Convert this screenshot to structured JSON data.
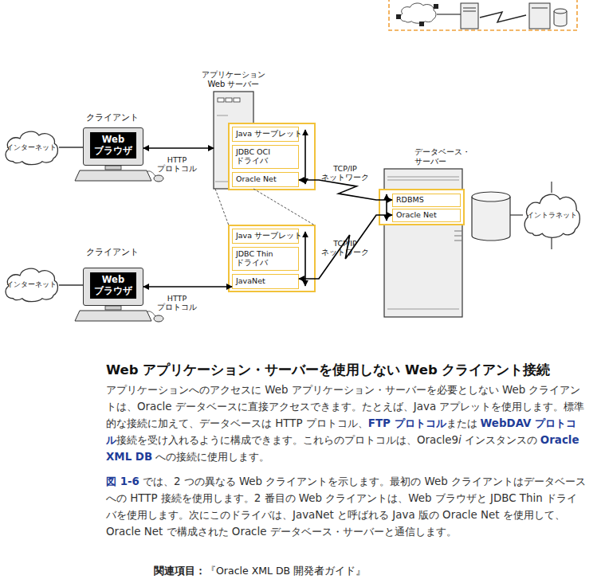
{
  "diagram": {
    "title": "Web アプリケーション・サーバーを使用しない Web クライアント接続",
    "nodes": [
      {
        "text": [
          "インターネット"
        ]
      },
      {
        "text": [
          "Web ブラウザ"
        ]
      },
      {
        "text": [
          "アプリケーション Web サーバー"
        ]
      },
      {
        "text": [
          "Java サーブレット"
        ]
      },
      {
        "text": [
          "JDBC OCI ドライバ"
        ]
      },
      {
        "text": [
          "Oracle Net"
        ]
      },
      {
        "text": [
          "Java サーブレット"
        ]
      },
      {
        "text": [
          "JDBC Thin ドライバ"
        ]
      },
      {
        "text": [
          "JavaNet"
        ]
      },
      {
        "text": [
          "データベース・ サーバー"
        ]
      },
      {
        "text": [
          "RDBMS"
        ],
        "in": 9
      },
      {
        "text": [
          "Oracle Net"
        ],
        "in": 9
      },
      {
        "text": [
          "イントラネット"
        ]
      },
      {
        "text": [
          "インターネット"
        ]
      },
      {
        "text": [
          "Web ブラウザ"
        ]
      }
    ],
    "edges": [
      {
        "from": 0,
        "to": 1,
        "arrow": "none"
      },
      {
        "from": 1,
        "to": 2,
        "label": "HTTP プロトコル",
        "arrow": "both"
      },
      {
        "from": 5,
        "to": 10,
        "label": "TCP/IP ネットワーク",
        "arrow": "both"
      },
      {
        "from": 8,
        "to": 11,
        "label": "TCP/IP ネットワーク",
        "arrow": "both"
      },
      {
        "from": 13,
        "to": 14,
        "arrow": "none"
      },
      {
        "from": 14,
        "to": 8,
        "label": "HTTP プロトコル",
        "arrow": "both"
      }
    ],
    "labels": [
      "クライアント",
      "クライアント",
      "アプリケーションへのアクセスに Web アプリケーション・サーバーを必要としない Web クライアントは、Oracle データベースに直接アクセスできます。たとえば、Java アプレットを使用します。標準的な接続に加えて、データベースは HTTP プロトコル、",
      "FTP プロトコル",
      "または",
      "WebDAV プロトコル",
      "接続を受け入れるように構成できます。これらのプロトコルは、Oracle9",
      "i",
      "インスタンスの",
      "Oracle XML DB",
      "への接続に使用します。",
      "図 1-6",
      "では、2 つの異なる Web クライアントを示します。最初の Web クライアントはデータベースへの HTTP 接続を使用します。2 番目の Web クライアントは、Web ブラウザと JDBC Thin ドライバを使用します。次にこのドライバは、JavaNet と呼ばれる Java 版の Oracle Net を使用して、Oracle Net で構成された Oracle データベース・サーバーと通信します。",
      "関連項目：",
      "『Oracle XML DB 開発者ガイド』"
    ]
  }
}
